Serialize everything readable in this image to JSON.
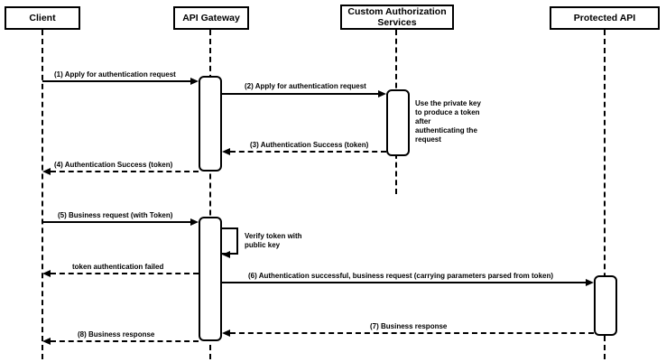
{
  "diagram_type": "uml-sequence",
  "colors": {
    "stroke": "#000000",
    "background": "#ffffff",
    "activation_fill": "#ffffff",
    "text": "#000000"
  },
  "actors": [
    {
      "label": "Client"
    },
    {
      "label": "API Gateway"
    },
    {
      "label": "Custom Authorization Services"
    },
    {
      "label": "Protected API"
    }
  ],
  "messages": [
    {
      "label": "(1) Apply for authentication request",
      "from": "Client",
      "to": "API Gateway",
      "line": "solid"
    },
    {
      "label": "(2) Apply for authentication request",
      "from": "API Gateway",
      "to": "Custom Authorization Services",
      "line": "solid"
    },
    {
      "label": "(3) Authentication Success (token)",
      "from": "Custom Authorization Services",
      "to": "API Gateway",
      "line": "dashed"
    },
    {
      "label": "(4) Authentication Success (token)",
      "from": "API Gateway",
      "to": "Client",
      "line": "dashed"
    },
    {
      "label": "(5) Business request (with Token)",
      "from": "Client",
      "to": "API Gateway",
      "line": "solid"
    },
    {
      "label": "Verify token with public key",
      "from": "API Gateway",
      "to": "API Gateway",
      "line": "self"
    },
    {
      "label": "token authentication failed",
      "from": "API Gateway",
      "to": "Client",
      "line": "dashed"
    },
    {
      "label": "(6) Authentication successful, business request (carrying parameters parsed from token)",
      "from": "API Gateway",
      "to": "Protected API",
      "line": "solid"
    },
    {
      "label": "(7) Business response",
      "from": "Protected API",
      "to": "API Gateway",
      "line": "dashed"
    },
    {
      "label": "(8) Business response",
      "from": "API Gateway",
      "to": "Client",
      "line": "dashed"
    }
  ],
  "notes": [
    {
      "label": "Use the private key to produce a token after authenticating the request",
      "attached_to": "Custom Authorization Services"
    }
  ]
}
